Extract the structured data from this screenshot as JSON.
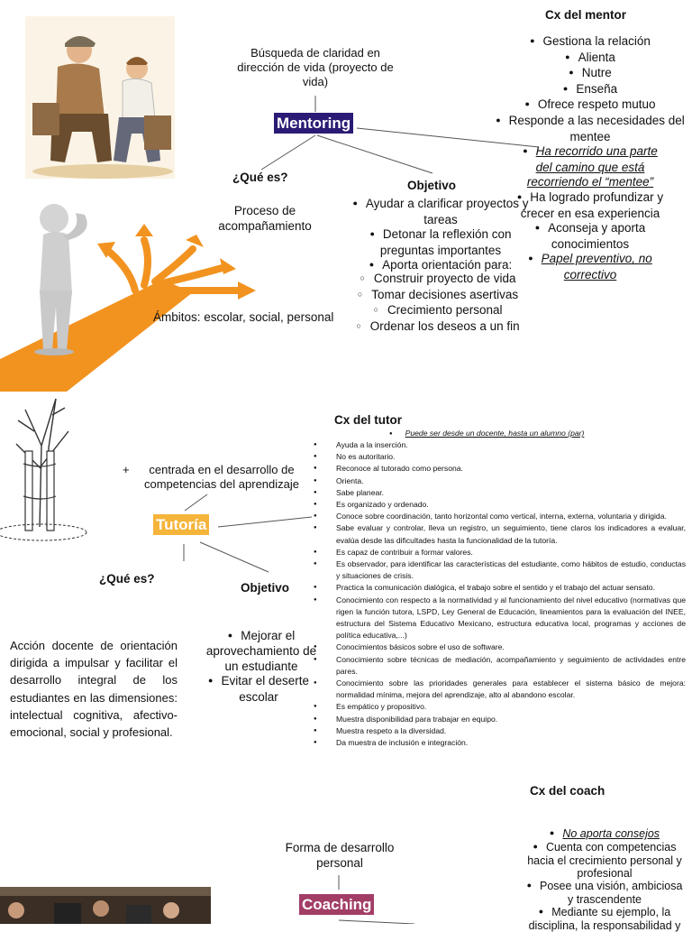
{
  "colors": {
    "mentoring_bg": "#2b1b74",
    "tutoria_bg": "#f5b43a",
    "coaching_bg": "#a23d66",
    "arrow_orange": "#f29320"
  },
  "mentoring": {
    "title": "Mentoring",
    "busqueda": "Búsqueda de claridad en dirección de vida (proyecto de vida)",
    "que_es_label": "¿Qué es?",
    "que_es_text": "Proceso de acompañamiento",
    "ambitos": "Ámbitos: escolar, social, personal",
    "objetivo_label": "Objetivo",
    "objetivo_items": [
      "Ayudar a clarificar proyectos y tareas",
      "Detonar la reflexión con preguntas importantes",
      "Aporta orientación para:"
    ],
    "objetivo_subitems": [
      "Construir proyecto de vida",
      "Tomar decisiones asertivas",
      "Crecimiento personal",
      "Ordenar los deseos a un fin"
    ],
    "cx_label": "Cx del mentor",
    "cx_items": [
      "Gestiona la relación",
      "Alienta",
      "Nutre",
      "Enseña",
      "Ofrece respeto mutuo",
      "Responde a las necesidades del mentee",
      "Ha recorrido una parte del camino que está recorriendo el “mentee”",
      "Ha logrado profundizar y crecer en esa experiencia",
      "Aconseja y aporta conocimientos",
      "Papel preventivo, no correctivo"
    ]
  },
  "tutoria": {
    "title": "Tutoría",
    "plus": "+",
    "centrada": "centrada en el desarrollo de competencias del aprendizaje",
    "que_es_label": "¿Qué es?",
    "que_es_text": "Acción docente de orientación dirigida a impulsar y facilitar el desarrollo integral de los estudiantes en las dimensiones: intelectual cognitiva, afectivo- emocional, social y profesional.",
    "objetivo_label": "Objetivo",
    "objetivo_items": [
      "Mejorar el aprovechamiento de un estudiante",
      "Evitar el deserte escolar"
    ],
    "cx_label": "Cx del tutor",
    "cx_first": "Puede ser desde un docente, hasta un alumno (par)",
    "cx_items": [
      "Ayuda a la inserción.",
      "No es autoritario.",
      "Reconoce al tutorado como persona.",
      "Orienta.",
      "Sabe planear.",
      "Es organizado y ordenado.",
      "Conoce sobre coordinación, tanto horizontal como vertical, interna, externa, voluntaria y dirigida.",
      "Sabe evaluar y controlar, lleva un registro, un seguimiento, tiene claros los indicadores a evaluar, evalúa desde las dificultades hasta la funcionalidad de la tutoría.",
      "Es capaz de contribuir a formar valores.",
      "Es observador, para identificar las características del estudiante, como hábitos de estudio, conductas y situaciones de crisis.",
      "Practica la comunicación dialógica, el trabajo sobre el sentido y el trabajo del actuar sensato.",
      "Conocimiento con respecto a la normatividad y al funcionamiento del nivel educativo (normativas que rigen la función tutora, LSPD, Ley General de Educación, lineamientos para la evaluación del INEE, estructura del Sistema Educativo Mexicano, estructura educativa local, programas y acciones de política educativa,...)",
      "Conocimientos básicos sobre el uso de software.",
      "Conocimiento sobre técnicas de mediación, acompañamiento y seguimiento de actividades entre pares.",
      "Conocimiento sobre las prioridades generales para establecer el sistema básico de mejora: normalidad mínima, mejora del aprendizaje, alto al abandono escolar.",
      "Es empático y propositivo.",
      "Muestra disponibilidad para trabajar en equipo.",
      "Muestra respeto a la diversidad.",
      "Da muestra de inclusión e integración."
    ]
  },
  "coaching": {
    "title": "Coaching",
    "forma": "Forma de desarrollo personal",
    "cx_label": "Cx del coach",
    "cx_items": [
      "No aporta consejos",
      "Cuenta con competencias hacia el crecimiento personal y profesional",
      "Posee una visión, ambiciosa y trascendente",
      "Mediante su ejemplo, la disciplina, la responsabilidad y"
    ]
  },
  "icons": {
    "mentor_image": "elder-and-boy-illustration",
    "thinker_image": "thinking-figure-with-arrows",
    "tree_image": "staked-tree-sketch",
    "team_photo": "group-photo"
  }
}
